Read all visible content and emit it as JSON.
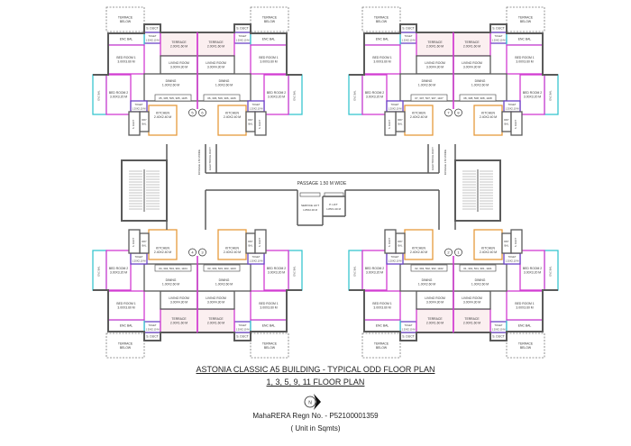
{
  "title": "ASTONIA CLASSIC A5 BUILDING - TYPICAL ODD FLOOR PLAN",
  "subtitle": "1, 3, 5, 9, 11 FLOOR PLAN",
  "north_label": "N",
  "regn": "MahaRERA Regn No. - P52100001359",
  "unit_note": "( Unit in Sqmts)",
  "passage_label": "PASSAGE 1.50 M WIDE",
  "passage_side_label": "PASSAGE 1.50 M WIDE",
  "electrical_duct": "ELECTRICAL DUCT",
  "service_lift": {
    "name": "SERVICE LIFT",
    "size": "1.85X2.00 M"
  },
  "p_lift": {
    "name": "P. LIFT",
    "size": "1.85X1.30 M"
  },
  "colors": {
    "wall": "#5a5a5a",
    "magenta": "#d23cd2",
    "cyan": "#38c6cf",
    "orange": "#e69a3c",
    "purple": "#6b45c6"
  },
  "rooms": {
    "terrace_below": {
      "name": "TERRACE",
      "name2": "BELOW"
    },
    "s_duct": {
      "name": "S. DUCT"
    },
    "toilet": {
      "name": "TOILET",
      "size": "1.20X2.10 M"
    },
    "enc_bal": {
      "name": "ENC BAL"
    },
    "bed1": {
      "name": "BED ROOM 1",
      "size": "3.00X3.60 M"
    },
    "terrace": {
      "name": "TERRACE",
      "size": "2.00X1.60 M"
    },
    "living": {
      "name": "LIVING ROOM",
      "size": "3.00X4.30 M"
    },
    "bed2": {
      "name": "BED ROOM 2",
      "size": "3.00X3.20 M"
    },
    "dining": {
      "name": "DINING",
      "size": "1.00X2.60 M"
    },
    "kitchen": {
      "name": "KITCHEN",
      "size": "2.40X2.40 M"
    },
    "dry_bal": {
      "name": "DRY",
      "name2": "BAL"
    }
  },
  "wings": [
    {
      "position": "top-left",
      "flats": [
        {
          "numbers": "05, 305, 505, 905, 1105",
          "circle": "5"
        },
        {
          "numbers": "06, 306, 506, 906, 1106",
          "circle": "6"
        }
      ]
    },
    {
      "position": "top-right",
      "flats": [
        {
          "numbers": "07, 307, 507, 907, 1107",
          "circle": "7"
        },
        {
          "numbers": "08, 308, 508, 908, 1108",
          "circle": "8"
        }
      ]
    },
    {
      "position": "bottom-left",
      "flats": [
        {
          "numbers": "04, 304, 504, 904, 1104",
          "circle": "4"
        },
        {
          "numbers": "03, 303, 503, 903, 1103",
          "circle": "3"
        }
      ]
    },
    {
      "position": "bottom-right",
      "flats": [
        {
          "numbers": "02, 302, 502, 902, 1102",
          "circle": "2"
        },
        {
          "numbers": "01, 301, 501, 901, 1101",
          "circle": "1"
        }
      ]
    }
  ]
}
